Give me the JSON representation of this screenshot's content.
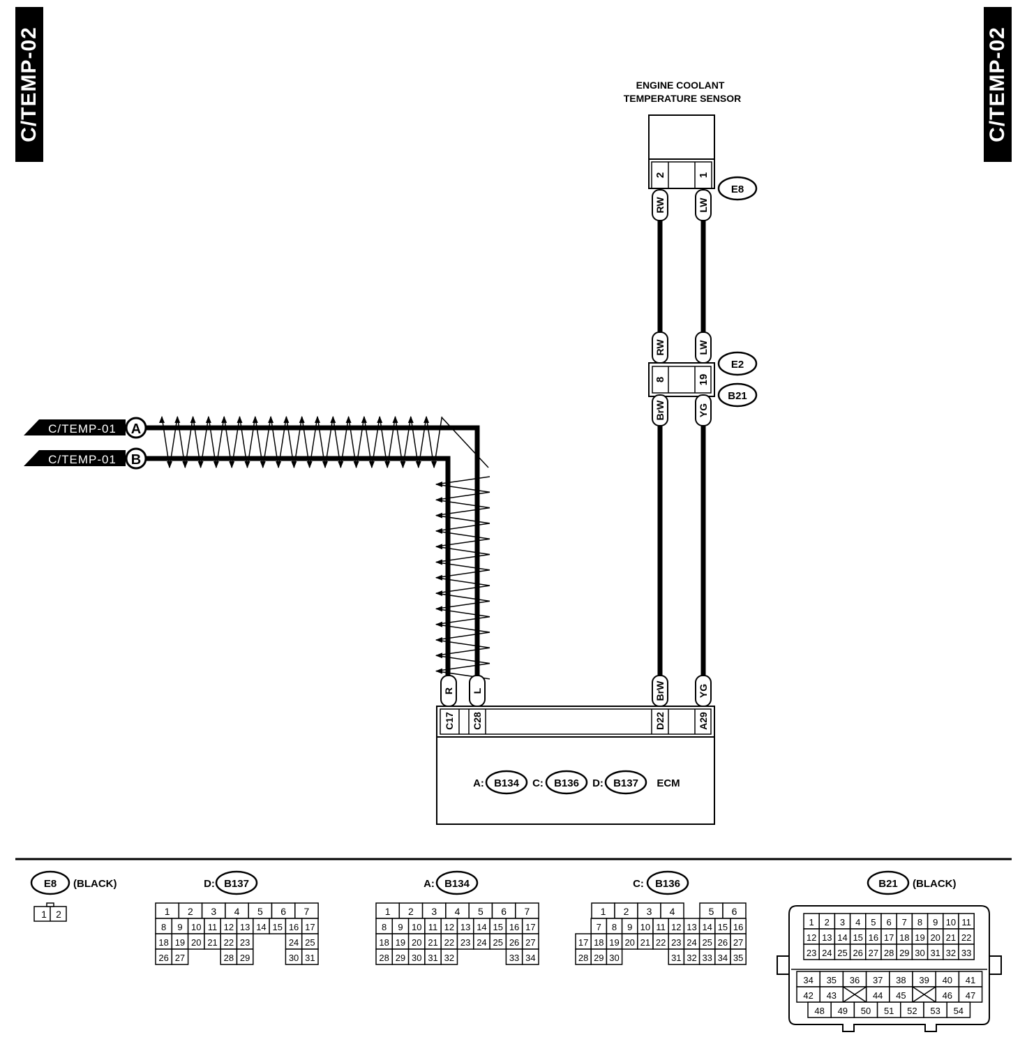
{
  "page_tag": "C/TEMP-02",
  "sensor": {
    "title_line1": "ENGINE COOLANT",
    "title_line2": "TEMPERATURE SENSOR",
    "connector": "E8",
    "pins": [
      "2",
      "1"
    ],
    "wire_colors": [
      "RW",
      "LW"
    ]
  },
  "joint": {
    "connectors": [
      "E2",
      "B21"
    ],
    "pins": [
      "8",
      "19"
    ],
    "upper_wires": [
      "RW",
      "LW"
    ],
    "lower_wires": [
      "BrW",
      "YG"
    ]
  },
  "links": {
    "a": {
      "text": "C/TEMP-01",
      "letter": "A"
    },
    "b": {
      "text": "C/TEMP-01",
      "letter": "B"
    }
  },
  "ecm": {
    "wire_colors": [
      "R",
      "L",
      "BrW",
      "YG"
    ],
    "terminals": [
      "C17",
      "C28",
      "D22",
      "A29"
    ],
    "label_a": "A:",
    "conn_a": "B134",
    "label_c": "C:",
    "conn_c": "B136",
    "label_d": "D:",
    "conn_d": "B137",
    "name": "ECM"
  },
  "legend": {
    "e8": {
      "code": "E8",
      "color": "(BLACK)",
      "pins": [
        "1",
        "2"
      ]
    },
    "b137": {
      "prefix": "D:",
      "code": "B137",
      "rows": [
        [
          "1",
          "2",
          "3",
          "4",
          "5",
          "6",
          "7"
        ],
        [
          "8",
          "9",
          "10",
          "11",
          "12",
          "13",
          "14",
          "15",
          "16",
          "17"
        ],
        [
          "18",
          "19",
          "20",
          "21",
          "22",
          "23",
          "24",
          "25"
        ],
        [
          "26",
          "27",
          "28",
          "29",
          "30",
          "31"
        ]
      ]
    },
    "b134": {
      "prefix": "A:",
      "code": "B134",
      "rows": [
        [
          "1",
          "2",
          "3",
          "4",
          "5",
          "6",
          "7"
        ],
        [
          "8",
          "9",
          "10",
          "11",
          "12",
          "13",
          "14",
          "15",
          "16",
          "17"
        ],
        [
          "18",
          "19",
          "20",
          "21",
          "22",
          "23",
          "24",
          "25",
          "26",
          "27"
        ],
        [
          "28",
          "29",
          "30",
          "31",
          "32",
          "33",
          "34"
        ]
      ]
    },
    "b136": {
      "prefix": "C:",
      "code": "B136",
      "rows": [
        [
          "1",
          "2",
          "3",
          "4",
          "5",
          "6"
        ],
        [
          "7",
          "8",
          "9",
          "10",
          "11",
          "12",
          "13",
          "14",
          "15",
          "16"
        ],
        [
          "17",
          "18",
          "19",
          "20",
          "21",
          "22",
          "23",
          "24",
          "25",
          "26",
          "27"
        ],
        [
          "28",
          "29",
          "30",
          "31",
          "32",
          "33",
          "34",
          "35"
        ]
      ]
    },
    "b21": {
      "code": "B21",
      "color": "(BLACK)",
      "rows": [
        [
          "1",
          "2",
          "3",
          "4",
          "5",
          "6",
          "7",
          "8",
          "9",
          "10",
          "11"
        ],
        [
          "12",
          "13",
          "14",
          "15",
          "16",
          "17",
          "18",
          "19",
          "20",
          "21",
          "22"
        ],
        [
          "23",
          "24",
          "25",
          "26",
          "27",
          "28",
          "29",
          "30",
          "31",
          "32",
          "33"
        ],
        [
          "34",
          "35",
          "36",
          "37",
          "38",
          "39",
          "40",
          "41"
        ],
        [
          "42",
          "43",
          "44",
          "45",
          "46",
          "47"
        ],
        [
          "48",
          "49",
          "50",
          "51",
          "52",
          "53",
          "54"
        ]
      ]
    }
  }
}
